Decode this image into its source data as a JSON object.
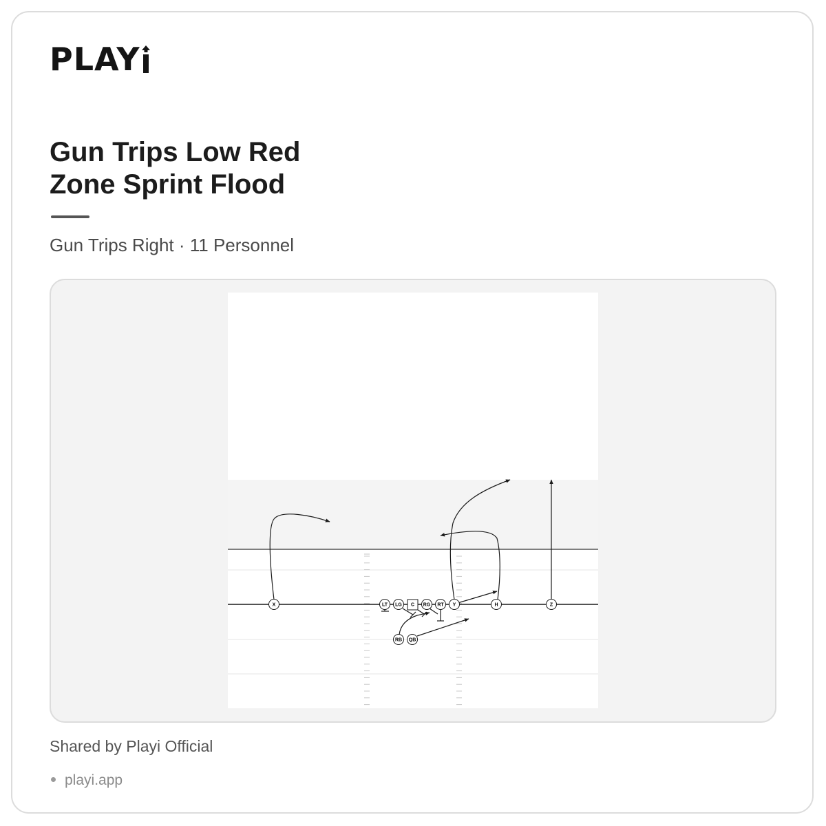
{
  "brand": {
    "name": "PLAYi"
  },
  "play": {
    "title": "Gun Trips Low Red Zone Sprint Flood",
    "formation_line": "Gun Trips Right · 11 Personnel"
  },
  "footer": {
    "shared_by": "Shared by Playi Official",
    "site": "playi.app"
  },
  "diagram": {
    "players": [
      {
        "label": "X",
        "shape": "circle"
      },
      {
        "label": "LT",
        "shape": "circle"
      },
      {
        "label": "LG",
        "shape": "circle"
      },
      {
        "label": "C",
        "shape": "square"
      },
      {
        "label": "RG",
        "shape": "circle"
      },
      {
        "label": "RT",
        "shape": "circle"
      },
      {
        "label": "Y",
        "shape": "circle"
      },
      {
        "label": "H",
        "shape": "circle"
      },
      {
        "label": "Z",
        "shape": "circle"
      },
      {
        "label": "RB",
        "shape": "circle"
      },
      {
        "label": "QB",
        "shape": "circle"
      }
    ],
    "colors": {
      "field": "#ffffff",
      "endzone": "#f4f4f4",
      "line": "#1a1a1a",
      "yard_line": "#e4e4e4",
      "hash": "#bdbdbd"
    }
  }
}
